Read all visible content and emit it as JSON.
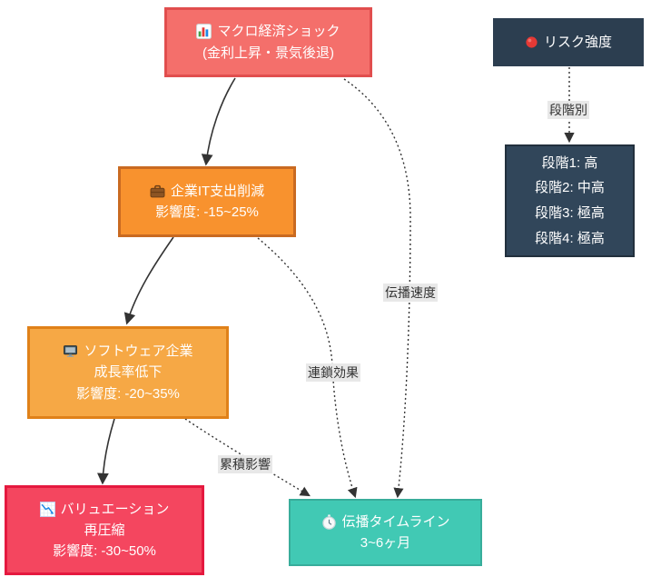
{
  "nodes": {
    "macro_shock": {
      "icon": "bar-chart",
      "line1": "マクロ経済ショック",
      "line2": "(金利上昇・景気後退)",
      "fill": "#f46f6b",
      "border": "#e14e4e"
    },
    "it_spend_cut": {
      "icon": "briefcase",
      "line1": "企業IT支出削減",
      "line2": "影響度: -15~25%",
      "fill": "#f8922e",
      "border": "#c96a21"
    },
    "software_growth": {
      "icon": "desktop",
      "line1": "ソフトウェア企業",
      "line2": "成長率低下",
      "line3": "影響度: -20~35%",
      "fill": "#f6a845",
      "border": "#e08119"
    },
    "valuation_recompression": {
      "icon": "chart-down",
      "line1": "バリュエーション",
      "line2": "再圧縮",
      "line3": "影響度: -30~50%",
      "fill": "#f4465f",
      "border": "#e5193f"
    },
    "propagation_timeline": {
      "icon": "stopwatch",
      "line1": "伝播タイムライン",
      "line2": "3~6ヶ月",
      "fill": "#41c9b4",
      "border": "#38ad9b"
    },
    "risk_intensity": {
      "icon": "red-circle",
      "line1": "リスク強度",
      "fill": "#2c3e50"
    },
    "risk_stages": {
      "lines": [
        "段階1: 高",
        "段階2: 中高",
        "段階3: 極高",
        "段階4: 極高"
      ],
      "fill": "#31465a",
      "border": "#22303d"
    }
  },
  "edge_labels": {
    "by_stage": "段階別",
    "propagation_speed": "伝播速度",
    "chain_effect": "連鎖効果",
    "cumulative_impact": "累積影響"
  },
  "edges": [
    {
      "from": "macro_shock",
      "to": "it_spend_cut",
      "style": "solid",
      "label": ""
    },
    {
      "from": "it_spend_cut",
      "to": "software_growth",
      "style": "solid",
      "label": ""
    },
    {
      "from": "software_growth",
      "to": "valuation_recompression",
      "style": "solid",
      "label": ""
    },
    {
      "from": "macro_shock",
      "to": "propagation_timeline",
      "style": "dotted",
      "label": "伝播速度"
    },
    {
      "from": "it_spend_cut",
      "to": "propagation_timeline",
      "style": "dotted",
      "label": "連鎖効果"
    },
    {
      "from": "software_growth",
      "to": "propagation_timeline",
      "style": "dotted",
      "label": "累積影響"
    },
    {
      "from": "risk_intensity",
      "to": "risk_stages",
      "style": "dotted",
      "label": "段階別"
    }
  ],
  "colors": {
    "edge_stroke": "#333333",
    "edge_label_bg": "#e8e8e8",
    "canvas_bg": "#ffffff"
  }
}
